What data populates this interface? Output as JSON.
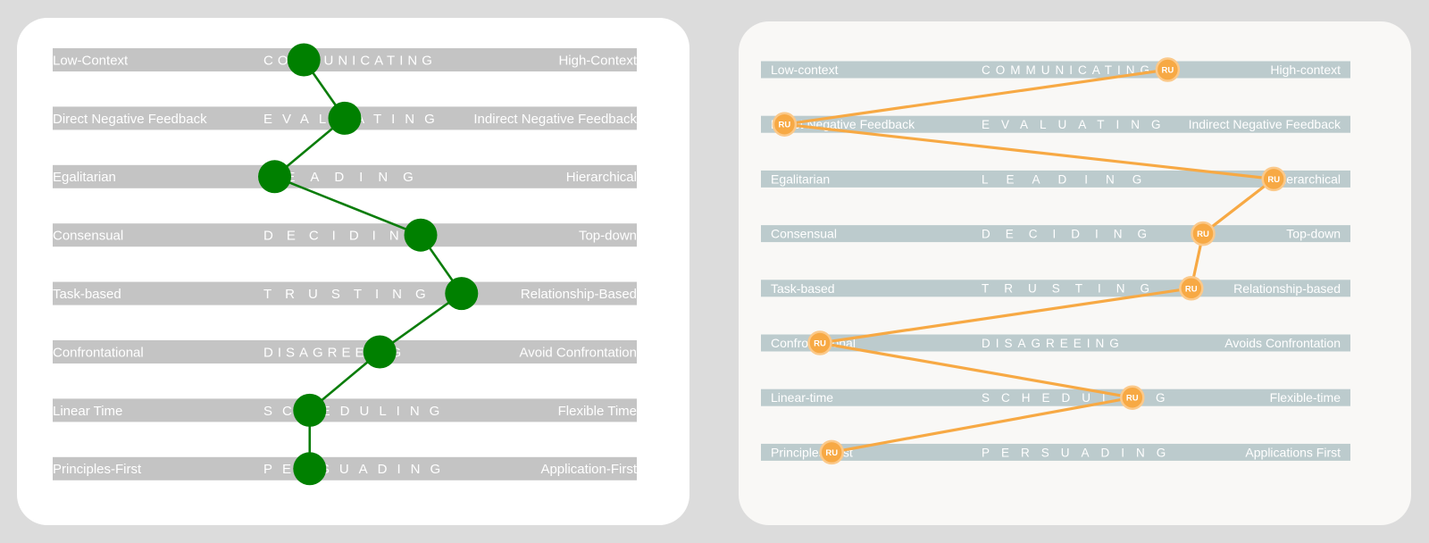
{
  "chart_data": [
    {
      "type": "line",
      "dimensions": [
        "COMMUNICATING",
        "EVALUATING",
        "LEADING",
        "DECIDING",
        "TRUSTING",
        "DISAGREEING",
        "SCHEDULING",
        "PERSUADING"
      ],
      "left_labels": [
        "Low-Context",
        "Direct Negative Feedback",
        "Egalitarian",
        "Consensual",
        "Task-based",
        "Confrontational",
        "Linear Time",
        "Principles-First"
      ],
      "right_labels": [
        "High-Context",
        "Indirect Negative Feedback",
        "Hierarchical",
        "Top-down",
        "Relationship-Based",
        "Avoid Confrontation",
        "Flexible Time",
        "Application-First"
      ],
      "series": [
        {
          "values": [
            43,
            50,
            38,
            63,
            70,
            56,
            44,
            44
          ]
        }
      ],
      "ylim": [
        0,
        100
      ],
      "colors": {
        "bar": "#c4c4c4",
        "line": "#0b7d0b",
        "marker": "#008000"
      }
    },
    {
      "type": "line",
      "dimensions": [
        "COMMUNICATING",
        "EVALUATING",
        "LEADING",
        "DECIDING",
        "TRUSTING",
        "DISAGREEING",
        "SCHEDULING",
        "PERSUADING"
      ],
      "left_labels": [
        "Low-context",
        "Direct Negative Feedback",
        "Egalitarian",
        "Consensual",
        "Task-based",
        "Confrontational",
        "Linear-time",
        "Principles First"
      ],
      "right_labels": [
        "High-context",
        "Indirect Negative Feedback",
        "Hierarchical",
        "Top-down",
        "Relationship-based",
        "Avoids Confrontation",
        "Flexible-time",
        "Applications First"
      ],
      "series": [
        {
          "values": [
            69,
            4,
            87,
            75,
            73,
            10,
            63,
            12
          ]
        }
      ],
      "marker_text": "RU",
      "ylim": [
        0,
        100
      ],
      "colors": {
        "bar": "#bccbcd",
        "line": "#f7a944",
        "marker": "#f7a944"
      }
    }
  ]
}
